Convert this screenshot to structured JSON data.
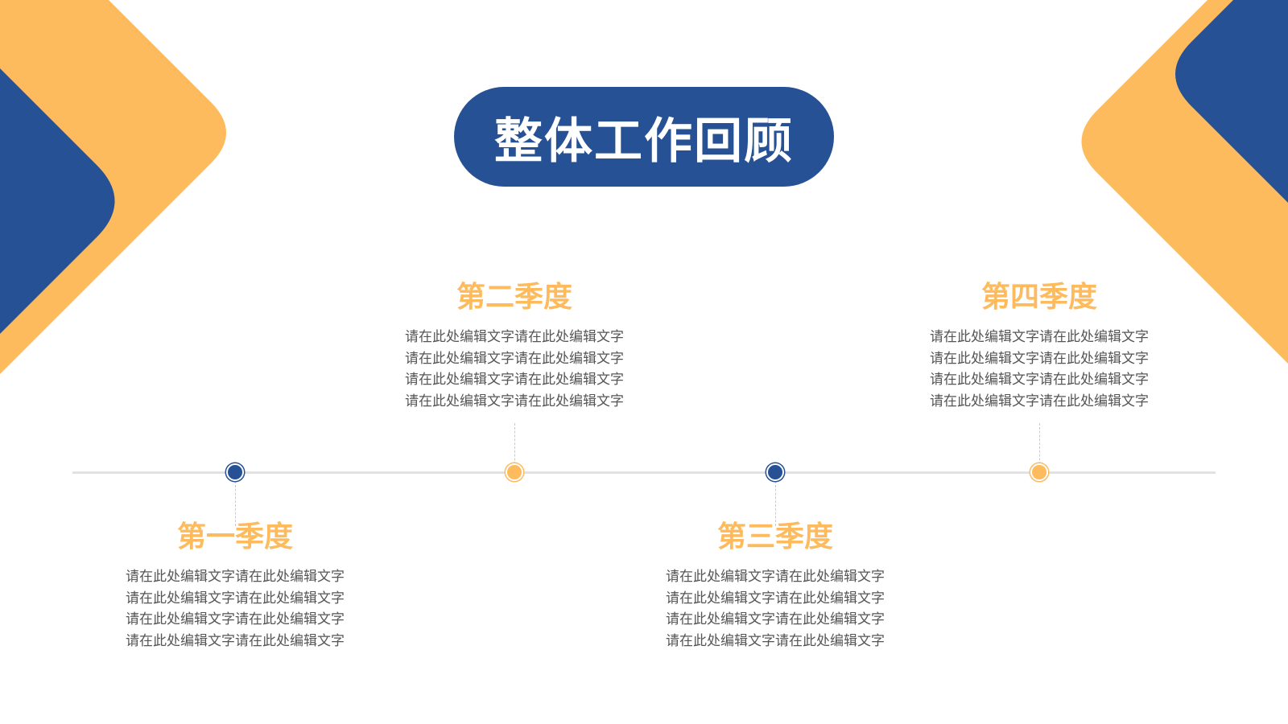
{
  "title": "整体工作回顾",
  "colors": {
    "blue": "#265195",
    "orange": "#fdbb5e",
    "line": "#e2e2e2"
  },
  "quarters": [
    {
      "title": "第一季度",
      "lines": [
        "请在此处编辑文字请在此处编辑文字",
        "请在此处编辑文字请在此处编辑文字",
        "请在此处编辑文字请在此处编辑文字",
        "请在此处编辑文字请在此处编辑文字"
      ],
      "node_color": "blue",
      "label_position": "below"
    },
    {
      "title": "第二季度",
      "lines": [
        "请在此处编辑文字请在此处编辑文字",
        "请在此处编辑文字请在此处编辑文字",
        "请在此处编辑文字请在此处编辑文字",
        "请在此处编辑文字请在此处编辑文字"
      ],
      "node_color": "orange",
      "label_position": "above"
    },
    {
      "title": "第三季度",
      "lines": [
        "请在此处编辑文字请在此处编辑文字",
        "请在此处编辑文字请在此处编辑文字",
        "请在此处编辑文字请在此处编辑文字",
        "请在此处编辑文字请在此处编辑文字"
      ],
      "node_color": "blue",
      "label_position": "below"
    },
    {
      "title": "第四季度",
      "lines": [
        "请在此处编辑文字请在此处编辑文字",
        "请在此处编辑文字请在此处编辑文字",
        "请在此处编辑文字请在此处编辑文字",
        "请在此处编辑文字请在此处编辑文字"
      ],
      "node_color": "orange",
      "label_position": "above"
    }
  ]
}
